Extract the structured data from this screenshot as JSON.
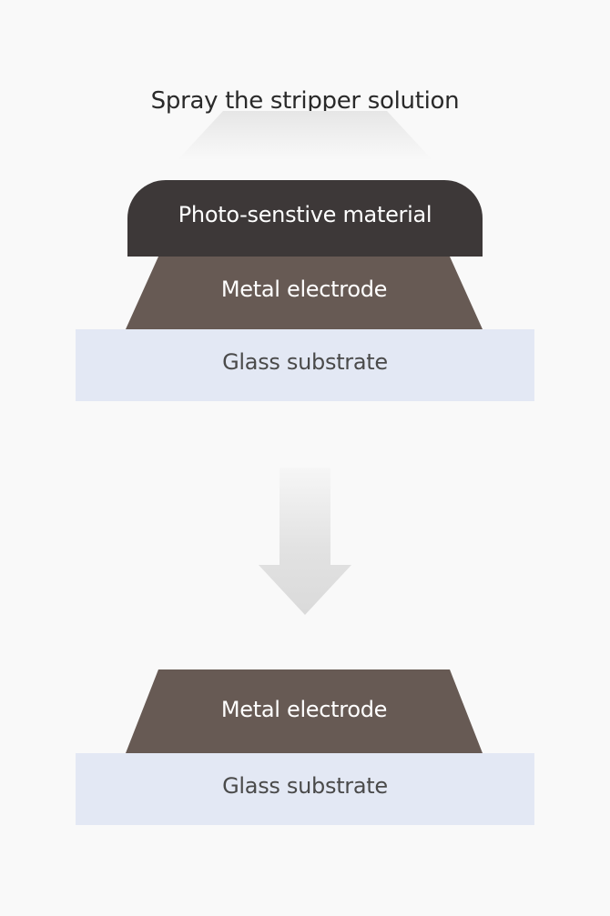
{
  "diagram": {
    "step_title": "Spray the stripper solution",
    "before": {
      "photo_layer_label": "Photo-senstive material",
      "metal_label": "Metal electrode",
      "glass_label": "Glass substrate"
    },
    "after": {
      "metal_label": "Metal electrode",
      "glass_label": "Glass substrate"
    },
    "colors": {
      "background": "#f9f9f9",
      "photo_layer": "#3d3838",
      "metal": "#675a54",
      "glass": "#e3e8f4",
      "arrow": "#dcdcdc"
    }
  }
}
